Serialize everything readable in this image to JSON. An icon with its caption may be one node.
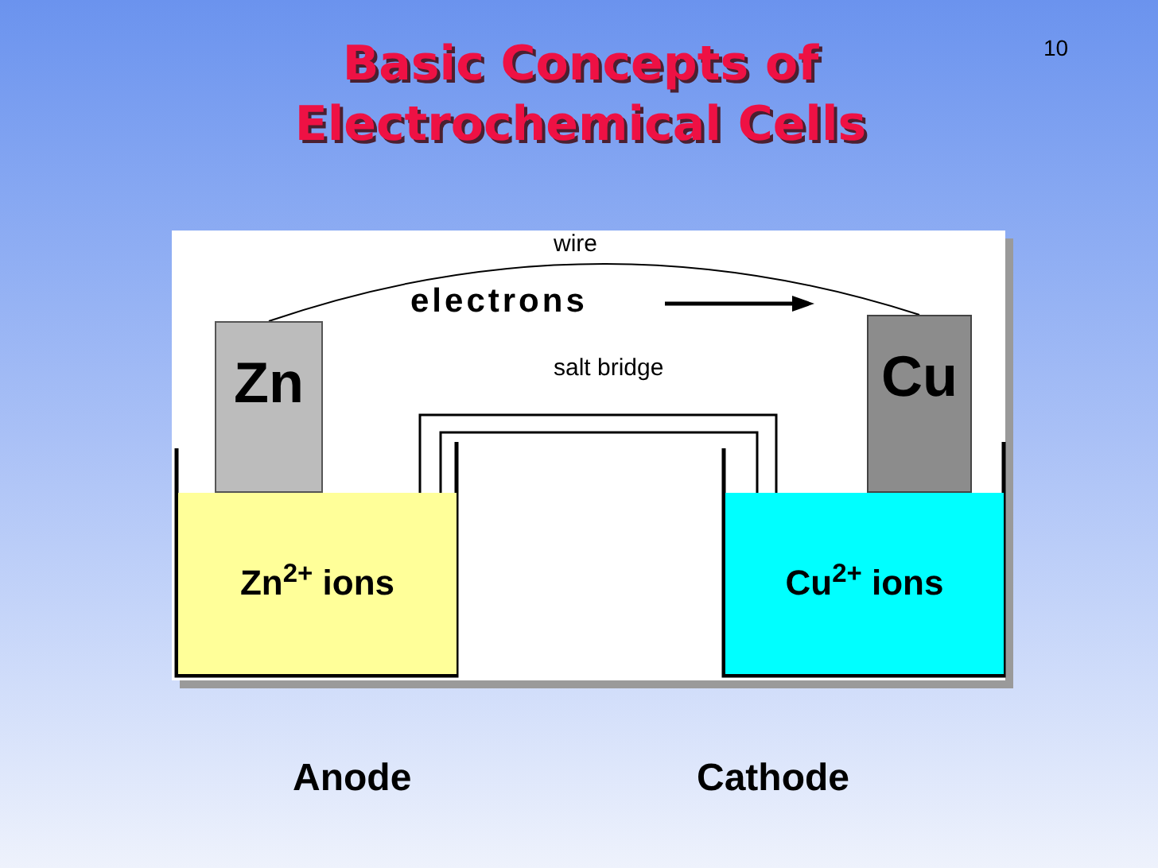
{
  "diagram": {
    "title": "Basic Concepts of Electrochemical Cells",
    "nodes": [
      {
        "text": [
          "Zn"
        ]
      },
      {
        "text": [
          "Cu"
        ]
      },
      {
        "text": [
          "Zn$^{2+}$ ions"
        ]
      },
      {
        "text": [
          "Cu$^{2+}$ ions"
        ]
      }
    ],
    "edges": [
      {
        "from": 0,
        "to": 1,
        "arrow": "none",
        "label": "wire"
      }
    ],
    "labels": [
      "10",
      "electrons",
      "salt bridge",
      "Anode",
      "Cathode"
    ]
  }
}
